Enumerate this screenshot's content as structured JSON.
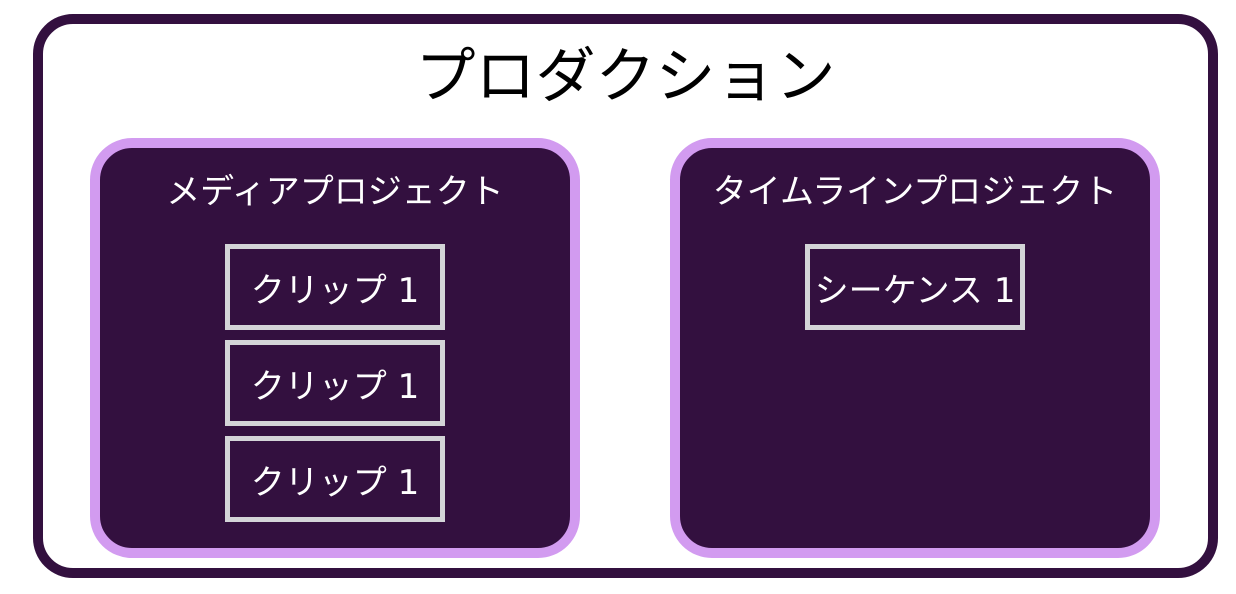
{
  "diagram": {
    "title": "プロダクション",
    "colors": {
      "frame": "#33103f",
      "panel_fill": "#33103f",
      "panel_border": "#d29bf0",
      "item_border": "#d4d4d8"
    },
    "panels": [
      {
        "title": "メディアプロジェクト",
        "items": [
          "クリップ 1",
          "クリップ 1",
          "クリップ 1"
        ]
      },
      {
        "title": "タイムラインプロジェクト",
        "items": [
          "シーケンス 1"
        ]
      }
    ]
  }
}
